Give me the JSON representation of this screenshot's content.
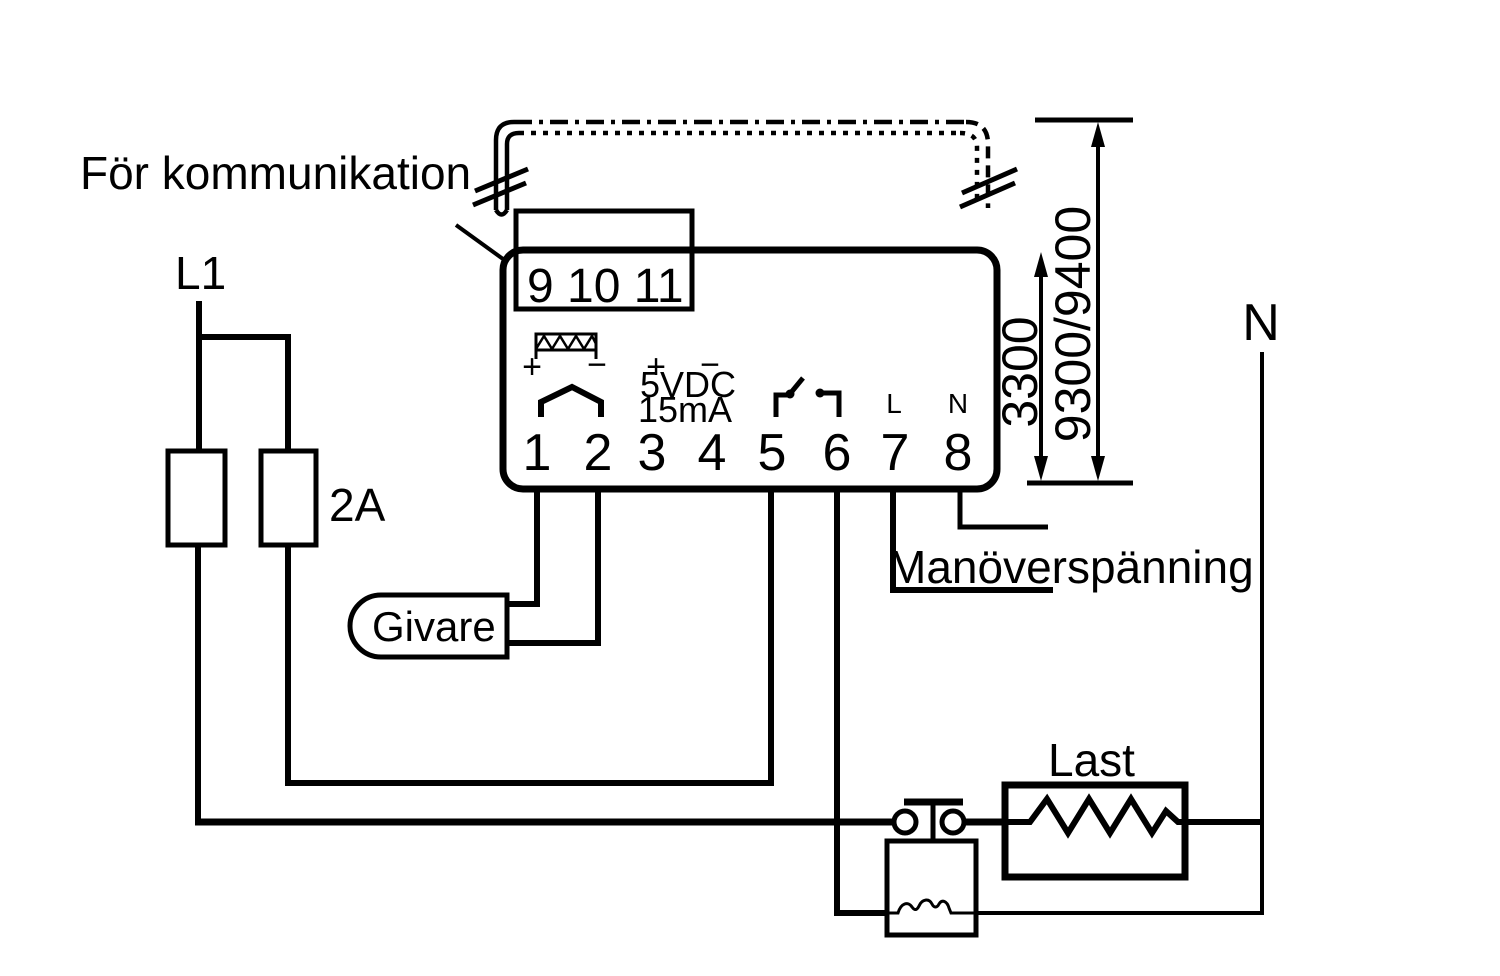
{
  "labels": {
    "communication": "För kommunikation",
    "phase": "L1",
    "fuse_rating": "2A",
    "sensor_box": "Givare",
    "control_voltage": "Manöverspänning",
    "load": "Last",
    "neutral": "N"
  },
  "controller": {
    "comm_terminals": "9 10 11",
    "terminals": [
      "1",
      "2",
      "3",
      "4",
      "5",
      "6",
      "7",
      "8"
    ],
    "sensor_plus": "+",
    "sensor_minus": "−",
    "supply_plus": "+",
    "supply_minus": "−",
    "supply_voltage": "5VDC",
    "supply_current": "15mA",
    "line_mark": "L",
    "neutral_mark": "N"
  },
  "dimensions": {
    "device_height": "3300",
    "overall_height": "9300/9400"
  },
  "colors": {
    "ink": "#000000",
    "paper": "#ffffff"
  }
}
